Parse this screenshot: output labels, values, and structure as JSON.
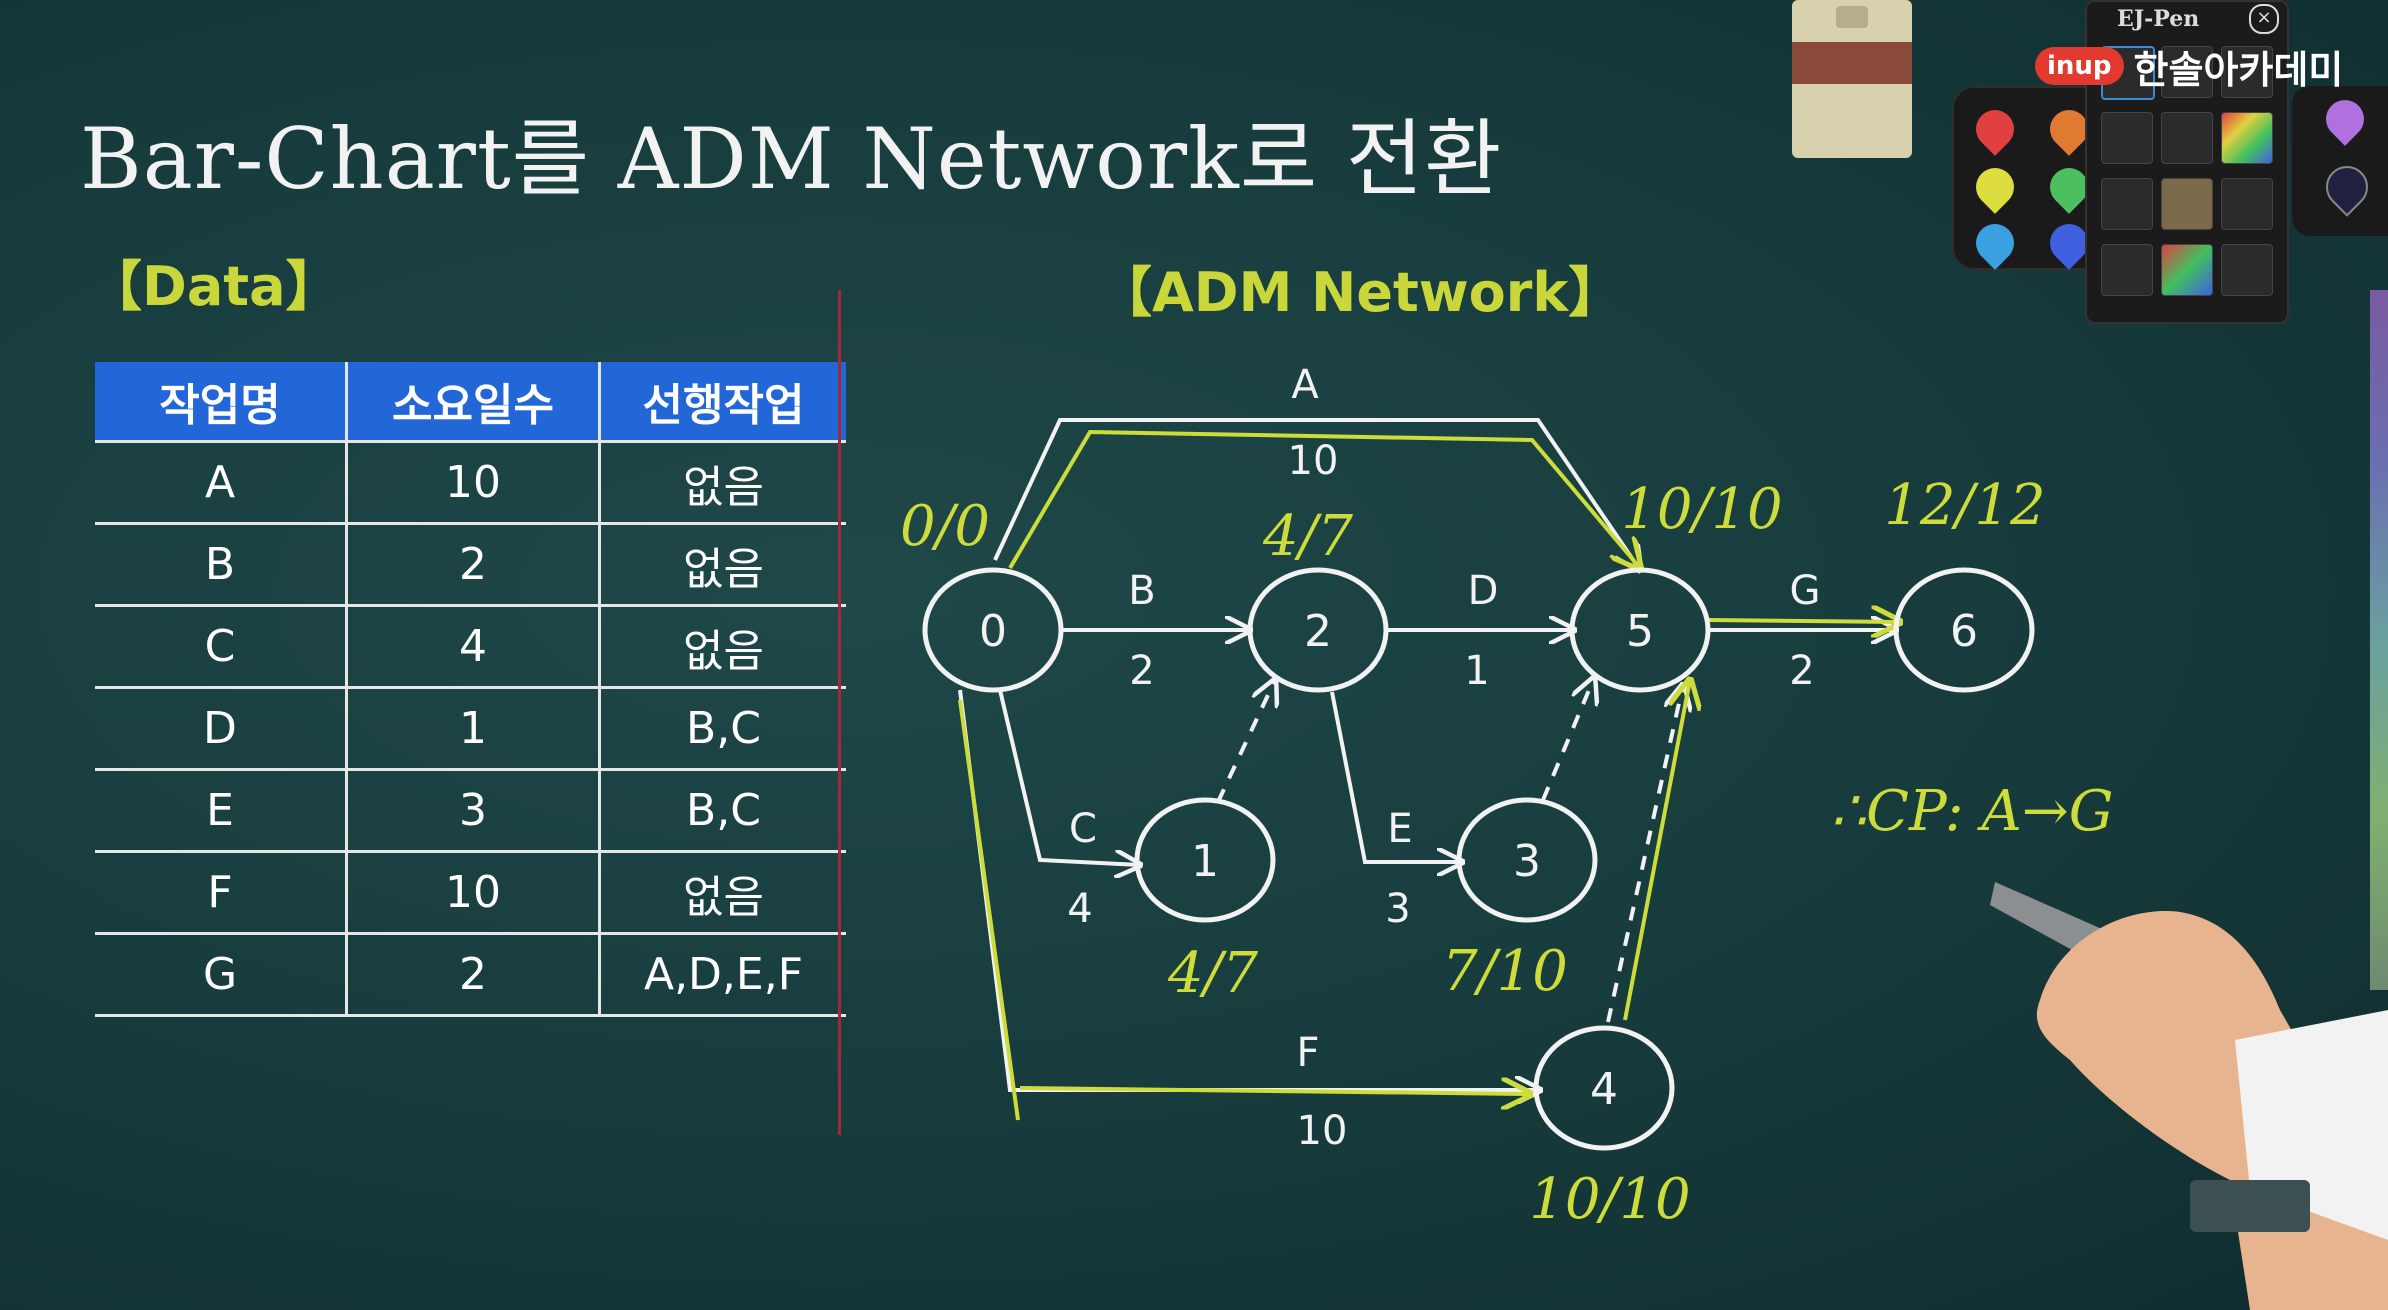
{
  "title": "Bar-Chart를 ADM Network로 전환",
  "data_label": "【Data】",
  "network_label": "【ADM Network】",
  "table": {
    "headers": [
      "작업명",
      "소요일수",
      "선행작업"
    ],
    "rows": [
      [
        "A",
        "10",
        "없음"
      ],
      [
        "B",
        "2",
        "없음"
      ],
      [
        "C",
        "4",
        "없음"
      ],
      [
        "D",
        "1",
        "B,C"
      ],
      [
        "E",
        "3",
        "B,C"
      ],
      [
        "F",
        "10",
        "없음"
      ],
      [
        "G",
        "2",
        "A,D,E,F"
      ]
    ]
  },
  "network": {
    "nodes": [
      "0",
      "1",
      "2",
      "3",
      "4",
      "5",
      "6"
    ],
    "activities": [
      {
        "name": "A",
        "duration": "10"
      },
      {
        "name": "B",
        "duration": "2"
      },
      {
        "name": "C",
        "duration": "4"
      },
      {
        "name": "D",
        "duration": "1"
      },
      {
        "name": "E",
        "duration": "3"
      },
      {
        "name": "F",
        "duration": "10"
      },
      {
        "name": "G",
        "duration": "2"
      }
    ],
    "handwritten": {
      "n0": "0/0",
      "n1": "4/7",
      "n2": "4/7",
      "n3": "7/10",
      "n4": "10/10",
      "n5": "10/10",
      "n6": "12/12",
      "critical_path": "∴CP: A→G"
    }
  },
  "brand": {
    "logo": "inup",
    "name": "한솔아카데미"
  },
  "pen_panel": {
    "title": "EJ-Pen"
  },
  "colors": {
    "board": "#173b3c",
    "header": "#2266d8",
    "label_yellow": "#c9d73a",
    "chalk": "#f2f2f2",
    "red_line": "#a3293a",
    "highlight": "#cddc3a"
  }
}
